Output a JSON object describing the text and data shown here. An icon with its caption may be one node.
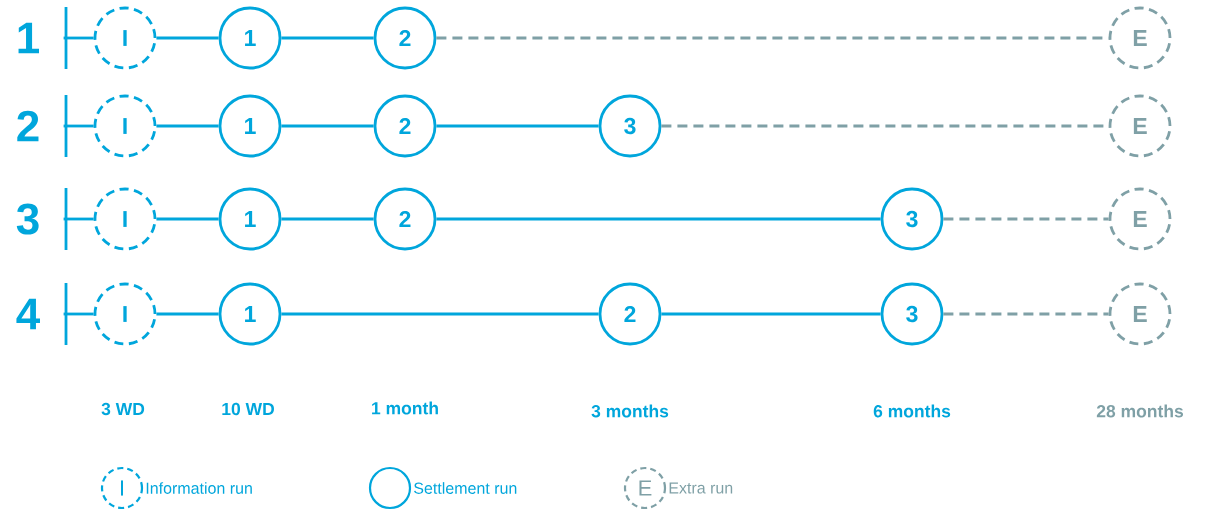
{
  "diagram": {
    "nodes": [
      {
        "text": [
          "I"
        ]
      },
      {
        "text": [
          "1"
        ]
      },
      {
        "text": [
          "2"
        ]
      },
      {
        "text": [
          "E"
        ]
      },
      {
        "text": [
          "I"
        ]
      },
      {
        "text": [
          "1"
        ]
      },
      {
        "text": [
          "2"
        ]
      },
      {
        "text": [
          "3"
        ]
      },
      {
        "text": [
          "E"
        ]
      },
      {
        "text": [
          "I"
        ]
      },
      {
        "text": [
          "1"
        ]
      },
      {
        "text": [
          "2"
        ]
      },
      {
        "text": [
          "3"
        ]
      },
      {
        "text": [
          "E"
        ]
      },
      {
        "text": [
          "I"
        ]
      },
      {
        "text": [
          "1"
        ]
      },
      {
        "text": [
          "2"
        ]
      },
      {
        "text": [
          "3"
        ]
      },
      {
        "text": [
          "E"
        ]
      }
    ],
    "edges": [
      {
        "from": null,
        "to": 0,
        "arrow": "none"
      },
      {
        "from": 0,
        "to": 1,
        "arrow": "none"
      },
      {
        "from": 1,
        "to": 2,
        "arrow": "none"
      },
      {
        "from": 2,
        "to": 3,
        "arrow": "none",
        "style": "dashed",
        "color": "#7fa0a6"
      },
      {
        "from": null,
        "to": 4,
        "arrow": "none"
      },
      {
        "from": 4,
        "to": 5,
        "arrow": "none"
      },
      {
        "from": 5,
        "to": 6,
        "arrow": "none"
      },
      {
        "from": 6,
        "to": 7,
        "arrow": "none"
      },
      {
        "from": 7,
        "to": 8,
        "arrow": "none",
        "style": "dashed",
        "color": "#7fa0a6"
      },
      {
        "from": null,
        "to": 9,
        "arrow": "none"
      },
      {
        "from": 9,
        "to": 10,
        "arrow": "none"
      },
      {
        "from": 10,
        "to": 11,
        "arrow": "none"
      },
      {
        "from": 11,
        "to": 12,
        "arrow": "none"
      },
      {
        "from": 12,
        "to": 13,
        "arrow": "none",
        "style": "dashed",
        "color": "#7fa0a6"
      },
      {
        "from": null,
        "to": 14,
        "arrow": "none"
      },
      {
        "from": 14,
        "to": 15,
        "arrow": "none"
      },
      {
        "from": 15,
        "to": 16,
        "arrow": "none"
      },
      {
        "from": 16,
        "to": 17,
        "arrow": "none"
      },
      {
        "from": 17,
        "to": 18,
        "arrow": "none",
        "style": "dashed",
        "color": "#7fa0a6"
      }
    ],
    "labels": [
      "1",
      "2",
      "3",
      "4",
      "3 WD",
      "10 WD",
      "1 month",
      "3 months",
      "6 months",
      "28 months",
      "I",
      "E"
    ],
    "legend": [
      {
        "text": "Information run"
      },
      {
        "text": "Settlement run"
      },
      {
        "text": "Extra run"
      }
    ]
  }
}
